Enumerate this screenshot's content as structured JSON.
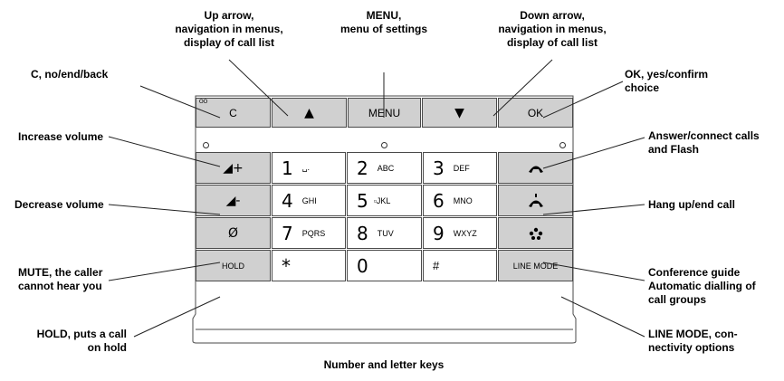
{
  "labels": {
    "up_arrow": "Up arrow,\nnavigation in menus,\ndisplay of call list",
    "menu": "MENU,\nmenu of settings",
    "down_arrow": "Down arrow,\nnavigation in menus,\ndisplay of call list",
    "c_key": "C, no/end/back",
    "ok_key": "OK, yes/confirm\nchoice",
    "increase_volume": "Increase volume",
    "decrease_volume": "Decrease volume",
    "answer": "Answer/connect calls\nand Flash",
    "hangup": "Hang up/end call",
    "mute": "MUTE, the caller\ncannot hear you",
    "conference": "Conference guide\nAutomatic dialling of\ncall groups",
    "hold": "HOLD, puts a call\non hold",
    "line_mode": "LINE MODE, con-\nnectivity options",
    "number_keys": "Number and letter keys"
  },
  "keys": {
    "c": "C",
    "up": "▲",
    "menu": "MENU",
    "down": "▼",
    "ok": "OK",
    "vol_up": "◢+",
    "vol_down": "◢-",
    "mute": "Ø",
    "hold": "HOLD",
    "answer": "answer-phone-icon",
    "hangup": "hangup-phone-icon",
    "conference": "conference-icon",
    "line_mode": "LINE MODE",
    "n1": "1",
    "l1": "␣.",
    "n2": "2",
    "l2": "ABC",
    "n3": "3",
    "l3": "DEF",
    "n4": "4",
    "l4": "GHI",
    "n5": "5",
    "l5": "▫JKL",
    "n6": "6",
    "l6": "MNO",
    "n7": "7",
    "l7": "PQRS",
    "n8": "8",
    "l8": "TUV",
    "n9": "9",
    "l9": "WXYZ",
    "star": "*",
    "n0": "0",
    "hash": "#"
  },
  "colors": {
    "function_key": "#d0d0d0",
    "number_key": "#ffffff",
    "outline": "#4a4a4a"
  }
}
